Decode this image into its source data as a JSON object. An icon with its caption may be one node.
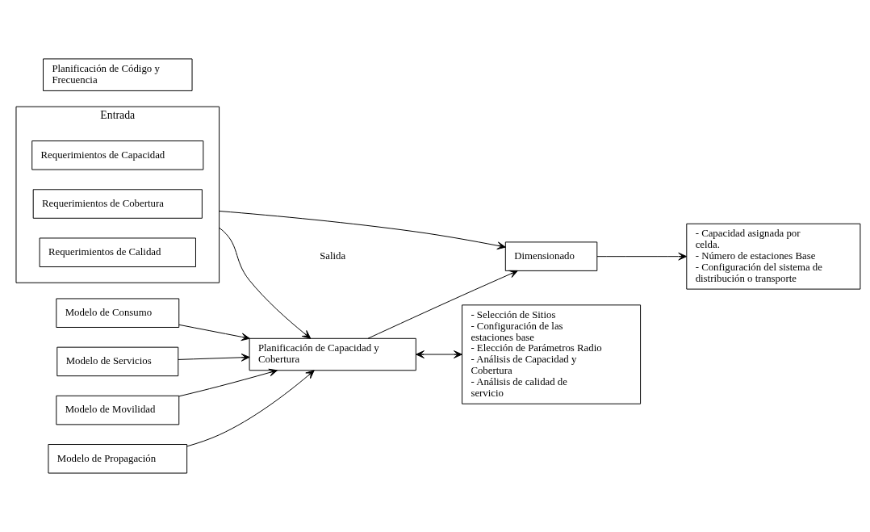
{
  "diagram": {
    "nodes": [
      {
        "text": [
          "Entrada"
        ]
      },
      {
        "text": [
          "Requerimientos de Capacidad"
        ],
        "in": 0
      },
      {
        "text": [
          "Requerimientos de Cobertura"
        ],
        "in": 0
      },
      {
        "text": [
          "Requerimientos de Calidad"
        ],
        "in": 0
      },
      {
        "text": [
          "Dimensionado"
        ]
      },
      {
        "text": [
          "- Capacidad asignada por celda.",
          "- Número de estaciones Base",
          "- Configuración del sistema de distribución o transporte"
        ]
      },
      {
        "text": [
          "Planificación de Capacidad y Cobertura"
        ]
      },
      {
        "text": [
          "- Selección de Sitios",
          "- Configuración de las estaciones base",
          "- Elección de Parámetros Radio",
          "- Análisis de Capacidad y Cobertura",
          "- Análisis de calidad de servicio"
        ]
      },
      {
        "text": [
          "Planificación de Código y Frecuencia"
        ]
      },
      {
        "text": [
          "Modelo de Consumo"
        ]
      },
      {
        "text": [
          "Modelo de Servicios"
        ]
      },
      {
        "text": [
          "Modelo de Movilidad"
        ]
      },
      {
        "text": [
          "Modelo de Propagación"
        ]
      }
    ],
    "edges": [
      {
        "from": 0,
        "to": 4,
        "arrow": "to"
      },
      {
        "from": 4,
        "to": 5,
        "arrow": "to"
      },
      {
        "from": 6,
        "to": 4,
        "arrow": "to"
      },
      {
        "from": 0,
        "to": 6,
        "arrow": "to"
      },
      {
        "from": 6,
        "to": 7,
        "arrow": "both"
      },
      {
        "from": 9,
        "to": 6,
        "arrow": "to"
      },
      {
        "from": 10,
        "to": 6,
        "arrow": "to"
      },
      {
        "from": 11,
        "to": 6,
        "arrow": "to"
      },
      {
        "from": 12,
        "to": 6,
        "arrow": "to"
      }
    ],
    "labels": [
      "Salida"
    ]
  }
}
